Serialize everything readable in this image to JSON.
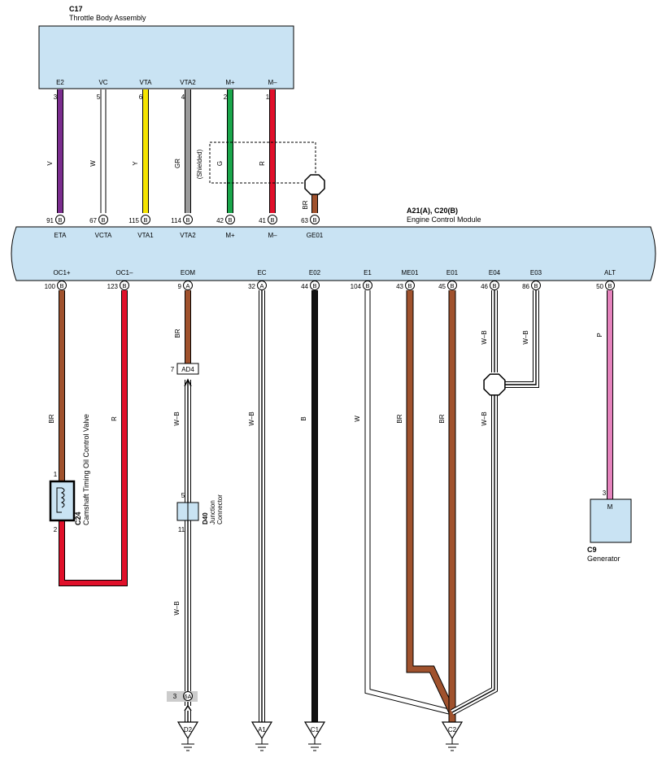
{
  "tb": {
    "code": "C17",
    "name": "Throttle Body Assembly"
  },
  "ecm": {
    "code": "A21(A), C20(B)",
    "name": "Engine Control Module"
  },
  "tb_pins": [
    {
      "label": "E2",
      "num": "3",
      "color": "V",
      "hex": "#7b2d8e"
    },
    {
      "label": "VC",
      "num": "5",
      "color": "W",
      "hex": "#ffffff"
    },
    {
      "label": "VTA",
      "num": "6",
      "color": "Y",
      "hex": "#f5e400"
    },
    {
      "label": "VTA2",
      "num": "4",
      "color": "GR",
      "hex": "#9b9b9b"
    },
    {
      "label": "M+",
      "num": "2",
      "color": "G",
      "hex": "#1aa64a"
    },
    {
      "label": "M–",
      "num": "1",
      "color": "R",
      "hex": "#e0102a"
    }
  ],
  "shielded": "(Shielded)",
  "ge01_wire": "BR",
  "ecm_top": [
    {
      "num": "91",
      "con": "B",
      "label": "ETA"
    },
    {
      "num": "67",
      "con": "B",
      "label": "VCTA"
    },
    {
      "num": "115",
      "con": "B",
      "label": "VTA1"
    },
    {
      "num": "114",
      "con": "B",
      "label": "VTA2"
    },
    {
      "num": "42",
      "con": "B",
      "label": "M+"
    },
    {
      "num": "41",
      "con": "B",
      "label": "M–"
    },
    {
      "num": "63",
      "con": "B",
      "label": "GE01"
    }
  ],
  "ecm_bottom": [
    {
      "label": "OC1+",
      "num": "100",
      "con": "B",
      "wire": "BR"
    },
    {
      "label": "OC1–",
      "num": "123",
      "con": "B",
      "wire": "R"
    },
    {
      "label": "EOM",
      "num": "9",
      "con": "A",
      "wire": "BR"
    },
    {
      "label": "EC",
      "num": "32",
      "con": "A",
      "wire": "W–B"
    },
    {
      "label": "E02",
      "num": "44",
      "con": "B",
      "wire": "B"
    },
    {
      "label": "E1",
      "num": "104",
      "con": "B",
      "wire": "W"
    },
    {
      "label": "ME01",
      "num": "43",
      "con": "B",
      "wire": "BR"
    },
    {
      "label": "E01",
      "num": "45",
      "con": "B",
      "wire": "BR"
    },
    {
      "label": "E04",
      "num": "46",
      "con": "B",
      "wire": "W–B"
    },
    {
      "label": "E03",
      "num": "86",
      "con": "B",
      "wire": "W–B"
    },
    {
      "label": "ALT",
      "num": "50",
      "con": "B",
      "wire": "P"
    }
  ],
  "colors": {
    "BR": "#a0522d",
    "R": "#e0102a",
    "P": "#e583bd",
    "B": "#111111",
    "box": "#c9e3f3"
  },
  "eom_connector": {
    "pin": "7",
    "name": "AD4",
    "wire": "W–B"
  },
  "ocv": {
    "code": "C24",
    "name": "Camshaft Timing Oil Control Valve",
    "pin_top": "1",
    "pin_bottom": "2"
  },
  "jc": {
    "code": "D40",
    "line1": "Junction",
    "line2": "Connector",
    "pin_top": "5",
    "pin_bottom": "11",
    "wire_below": "W–B"
  },
  "lower_connector": {
    "pin": "3",
    "name": "6A"
  },
  "gen": {
    "code": "C9",
    "name": "Generator",
    "pin": "3",
    "label": "M"
  },
  "e04_wire_below": "W–B",
  "grounds": [
    "D2",
    "A1",
    "C1",
    "C2"
  ]
}
